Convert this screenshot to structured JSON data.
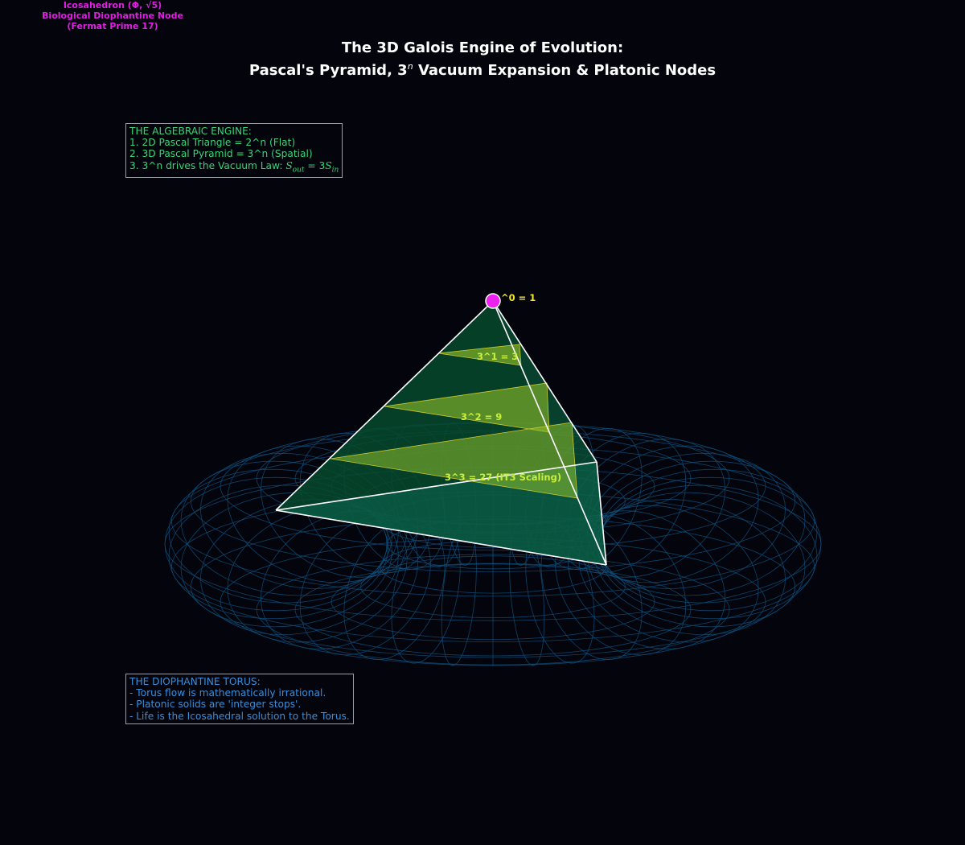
{
  "title": {
    "line1": "The 3D Galois Engine of Evolution:",
    "line2_pre": "Pascal's Pyramid, 3",
    "line2_sup": "n",
    "line2_post": " Vacuum Expansion & Platonic Nodes"
  },
  "engine_box": {
    "heading": "THE ALGEBRAIC ENGINE:",
    "line1": "1. 2D Pascal Triangle = 2^n (Flat)",
    "line2": "2. 3D Pascal Pyramid = 3^n (Spatial)",
    "line3_pre": "3. 3^n drives the Vacuum Law: ",
    "line3_formula_s": "S",
    "line3_formula_sub1": "out",
    "line3_formula_mid": " = 3",
    "line3_formula_s2": "S",
    "line3_formula_sub2": "in"
  },
  "torus_box": {
    "heading": "THE DIOPHANTINE TORUS:",
    "line1": "- Torus flow is mathematically irrational.",
    "line2": "- Platonic solids are 'integer stops'.",
    "line3": "- Life is the Icosahedral solution to the Torus."
  },
  "node": {
    "line1": "Icosahedron (Φ, √5)",
    "line2": "Biological Diophantine Node",
    "line3": "(Fermat Prime 17)"
  },
  "layers": {
    "apex": "^0 = 1",
    "l1": "3^1 = 3",
    "l2": "3^2 = 9",
    "l3": "3^3 = 27 (IT3 Scaling)"
  },
  "colors": {
    "background": "#03040c",
    "pyramid_fill": "#064a2e",
    "layer_fill": "#8fbf2a",
    "edge": "#ffffff",
    "torus_wire": "#0e4f7a",
    "node": "#ee22ee",
    "engine_text": "#37d67a",
    "torus_text": "#3a8fd9"
  }
}
